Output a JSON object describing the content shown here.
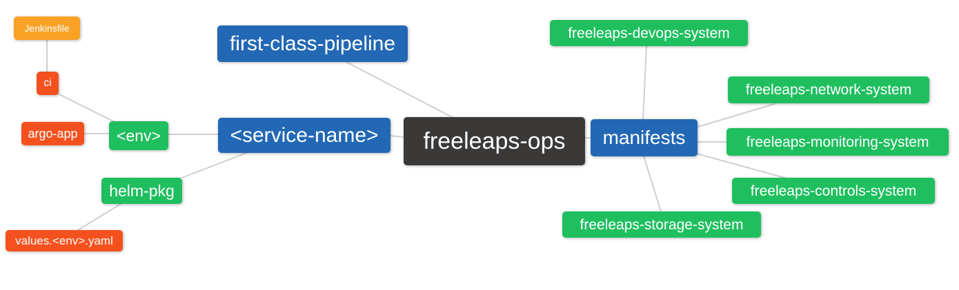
{
  "diagram": {
    "type": "mindmap",
    "background_color": "#ffffff",
    "connector_color": "#cfcfcf",
    "text_color": "#ffffff",
    "palette": {
      "orange": "#f9a226",
      "red": "#f4511e",
      "green": "#1fbf5f",
      "blue": "#2268b4",
      "dark": "#3b3838"
    },
    "nodes": {
      "jenkinsfile": {
        "label": "Jenkinsfile",
        "color": "orange"
      },
      "ci": {
        "label": "ci",
        "color": "red"
      },
      "argo_app": {
        "label": "argo-app",
        "color": "red"
      },
      "env": {
        "label": "<env>",
        "color": "green"
      },
      "helm_pkg": {
        "label": "helm-pkg",
        "color": "green"
      },
      "values_env_yaml": {
        "label": "values.<env>.yaml",
        "color": "red"
      },
      "first_class_pipeline": {
        "label": "first-class-pipeline",
        "color": "blue"
      },
      "service_name": {
        "label": "<service-name>",
        "color": "blue"
      },
      "freeleaps_ops": {
        "label": "freeleaps-ops",
        "color": "dark"
      },
      "manifests": {
        "label": "manifests",
        "color": "blue"
      },
      "devops_system": {
        "label": "freeleaps-devops-system",
        "color": "green"
      },
      "network_system": {
        "label": "freeleaps-network-system",
        "color": "green"
      },
      "monitoring_system": {
        "label": "freeleaps-monitoring-system",
        "color": "green"
      },
      "controls_system": {
        "label": "freeleaps-controls-system",
        "color": "green"
      },
      "storage_system": {
        "label": "freeleaps-storage-system",
        "color": "green"
      }
    },
    "edges": [
      [
        "jenkinsfile",
        "ci"
      ],
      [
        "ci",
        "env"
      ],
      [
        "argo_app",
        "env"
      ],
      [
        "env",
        "service_name"
      ],
      [
        "service_name",
        "freeleaps_ops"
      ],
      [
        "first_class_pipeline",
        "freeleaps_ops"
      ],
      [
        "freeleaps_ops",
        "manifests"
      ],
      [
        "manifests",
        "devops_system"
      ],
      [
        "manifests",
        "network_system"
      ],
      [
        "manifests",
        "monitoring_system"
      ],
      [
        "manifests",
        "controls_system"
      ],
      [
        "manifests",
        "storage_system"
      ],
      [
        "service_name",
        "helm_pkg"
      ],
      [
        "helm_pkg",
        "values_env_yaml"
      ]
    ]
  }
}
